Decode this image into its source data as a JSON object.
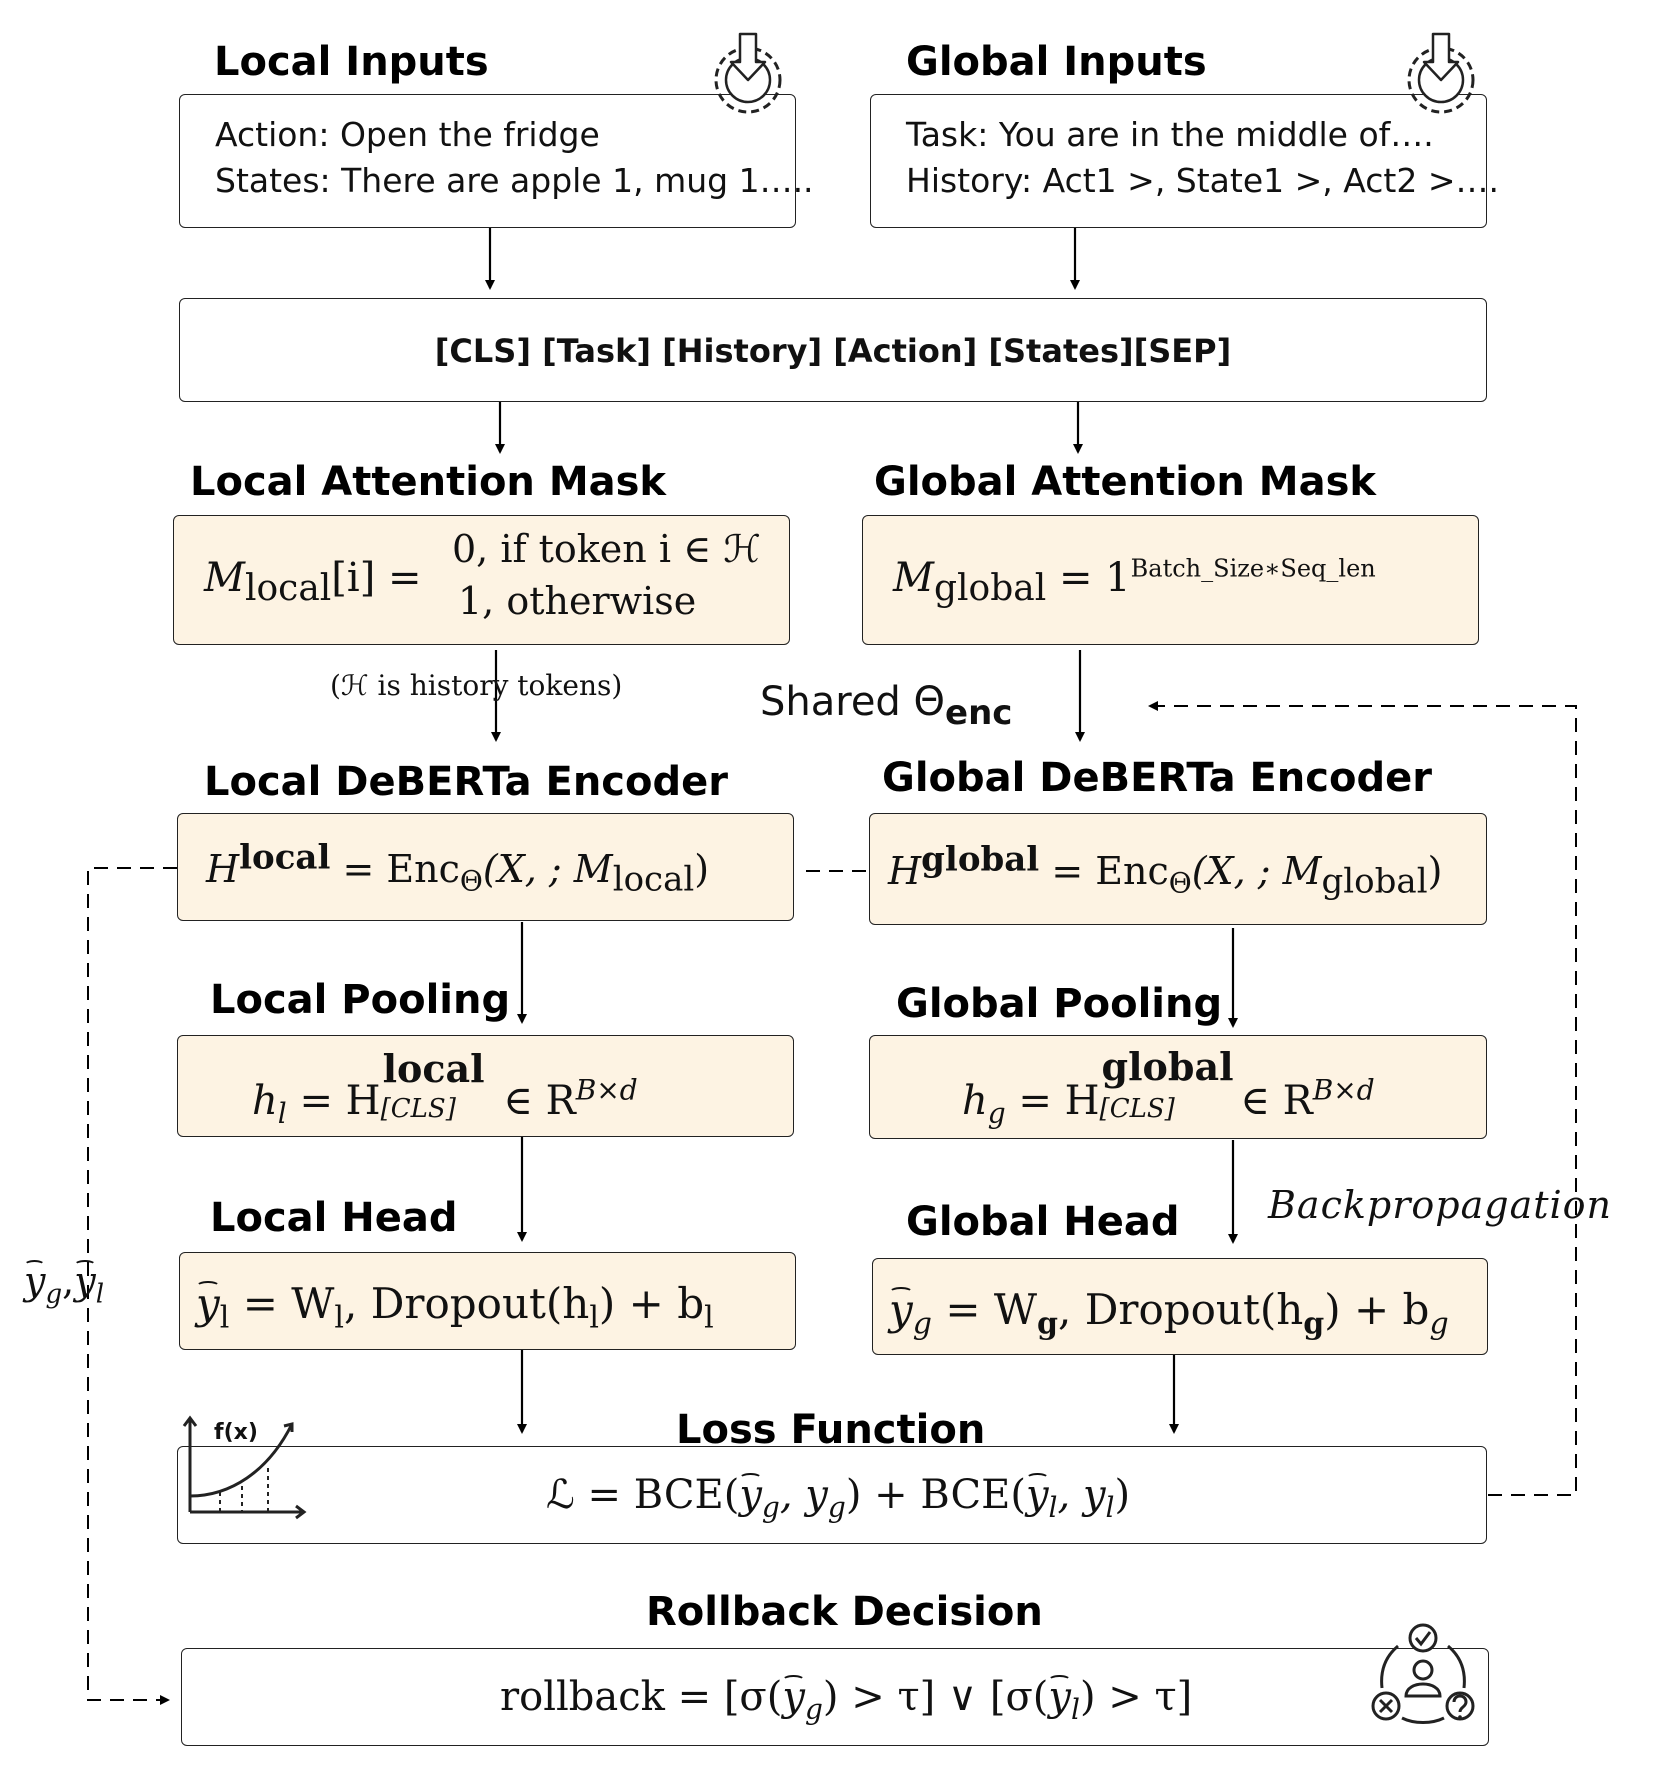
{
  "local_inputs": {
    "title": "Local Inputs",
    "line1": "Action: Open the fridge",
    "line2": "States: There are apple 1, mug 1….."
  },
  "global_inputs": {
    "title": "Global Inputs",
    "line1": "Task: You are in the middle of….",
    "line2": "History: Act1 >, State1 >, Act2 >…."
  },
  "token_sequence": "[CLS] [Task] [History] [Action] [States][SEP]",
  "local_mask": {
    "title": "Local Attention Mask",
    "lhs": "M",
    "lhs_sub": "local",
    "lhs_idx": "[i] =",
    "case1": "0, if token i ∈ ℋ",
    "case2": "1, otherwise",
    "note": "(ℋ is history tokens)"
  },
  "global_mask": {
    "title": "Global Attention Mask",
    "lhs": "M",
    "lhs_sub": "global",
    "rhs": "= 1",
    "rhs_sup": "Batch_Size∗Seq_len"
  },
  "shared_label": "Shared Θ",
  "shared_sub": "enc",
  "local_encoder": {
    "title": "Local DeBERTa Encoder",
    "formula_lhs": "H",
    "formula_sup": "local",
    "formula_rhs": "= Enc",
    "formula_rhs_sub": "Θ",
    "formula_args": "(X, ; M",
    "formula_args_sub": "local",
    "formula_close": ")"
  },
  "global_encoder": {
    "title": "Global DeBERTa Encoder",
    "formula_lhs": "H",
    "formula_sup": "global",
    "formula_rhs": "= Enc",
    "formula_rhs_sub": "Θ",
    "formula_args": "(X, ; M",
    "formula_args_sub": "global",
    "formula_close": ")"
  },
  "local_pooling": {
    "title": "Local Pooling",
    "h": "h",
    "h_sub": "l",
    "eq": "= H",
    "H_sup": "local",
    "H_sub": "[CLS]",
    "in": "∈ R",
    "R_sup": "B×d"
  },
  "global_pooling": {
    "title": "Global Pooling",
    "h": "h",
    "h_sub": "g",
    "eq": "= H",
    "H_sup": "global",
    "H_sub": "[CLS]",
    "in": "∈ R",
    "R_sup": "B×d"
  },
  "local_head": {
    "title": "Local Head",
    "y": "y",
    "y_sub": "l",
    "eq": "= W",
    "W_sub": "l",
    "mid": ", Dropout(h",
    "h_sub": "l",
    "end": ") + b",
    "b_sub": "l"
  },
  "global_head": {
    "title": "Global Head",
    "y": "y",
    "y_sub": "g",
    "eq": "= W",
    "W_sub": "g",
    "mid": ", Dropout(h",
    "h_sub": "g",
    "end": ") + b",
    "b_sub": "g"
  },
  "backprop_label": "Backpropagation",
  "side_label": {
    "y1": "y",
    "y1_sub": "g",
    "sep": ",",
    "y2": "y",
    "y2_sub": "l"
  },
  "loss": {
    "title": "Loss Function",
    "icon_text": "f(x)",
    "L": "ℒ = BCE(",
    "y1": "y",
    "y1_sub": "g",
    "mid1": ", y",
    "mid1_sub": "g",
    "mid2": ") + BCE(",
    "y2": "y",
    "y2_sub": "l",
    "mid3": ", y",
    "mid3_sub": "l",
    "end": ")"
  },
  "rollback": {
    "title": "Rollback Decision",
    "start": "rollback = [σ(",
    "y1": "y",
    "y1_sub": "g",
    "mid": ") > τ] ∨ [σ(",
    "y2": "y",
    "y2_sub": "l",
    "end": ") > τ]"
  },
  "icons": [
    "download-gear-icon",
    "download-gear-icon",
    "function-graph-icon",
    "decision-cycle-icon"
  ]
}
